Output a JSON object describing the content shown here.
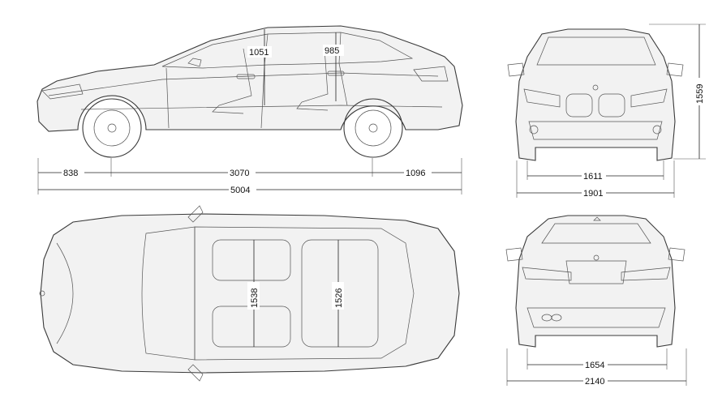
{
  "dimensions": {
    "side_view": {
      "front_overhang": "838",
      "wheelbase": "3070",
      "rear_overhang": "1096",
      "overall_length": "5004",
      "front_headroom": "1051",
      "rear_headroom": "985"
    },
    "front_view": {
      "height": "1559",
      "front_track": "1611",
      "width": "1901"
    },
    "top_view": {
      "front_interior_width": "1538",
      "rear_interior_width": "1526"
    },
    "rear_view": {
      "rear_track": "1654",
      "width_with_mirrors": "2140"
    }
  }
}
